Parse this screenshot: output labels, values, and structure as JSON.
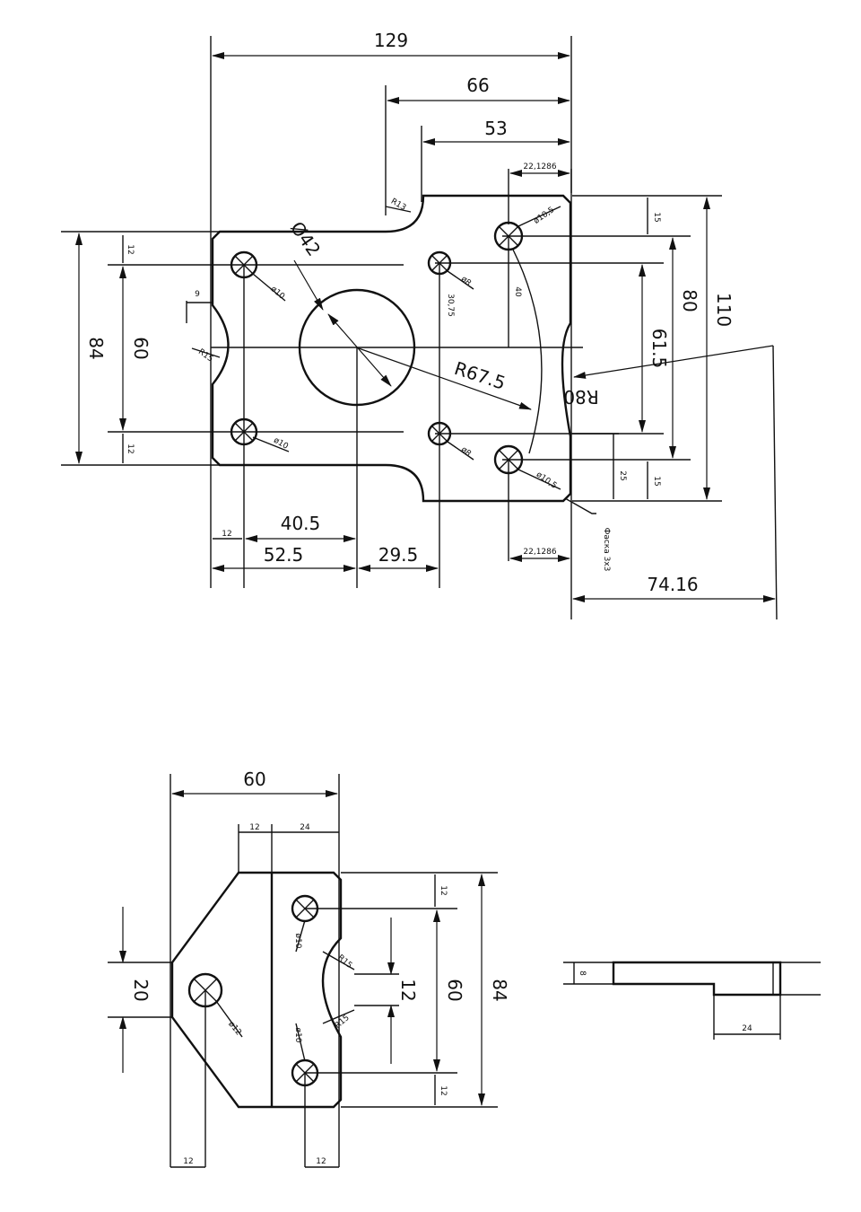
{
  "drawing1": {
    "dims": {
      "d129": "129",
      "d66": "66",
      "d53": "53",
      "d22a": "22,1286",
      "d22b": "22,1286",
      "r13": "R13",
      "phi42": "Ø42",
      "r15": "R15",
      "d84": "84",
      "d60": "60",
      "d12a": "12",
      "d12b": "12",
      "d9": "9",
      "phi10a": "ø10",
      "phi10b": "ø10",
      "phi8a": "ø8",
      "phi8b": "ø8",
      "phi105a": "ø10,5",
      "phi105b": "ø10,5",
      "d3075": "30,75",
      "d40": "40",
      "r675": "R67.5",
      "r80": "R80",
      "d615": "61.5",
      "d80": "80",
      "d110": "110",
      "d15a": "15",
      "d15b": "15",
      "d25": "25",
      "d405": "40.5",
      "d12c": "12",
      "d525": "52.5",
      "d295": "29.5",
      "chamfer": "Фаска 3x3",
      "d7416": "74.16"
    }
  },
  "drawing2": {
    "dims": {
      "d60": "60",
      "d12a": "12",
      "d24a": "24",
      "d20": "20",
      "d12b": "12",
      "d12c": "12",
      "d60v": "60",
      "d84v": "84",
      "phi10a": "ø10",
      "phi10b": "ø10",
      "phi12": "ø12",
      "r15": "R15",
      "r15b": "R15",
      "d12d": "12",
      "d12e": "12"
    }
  },
  "drawing3": {
    "dims": {
      "d8": "8",
      "d24": "24"
    }
  }
}
